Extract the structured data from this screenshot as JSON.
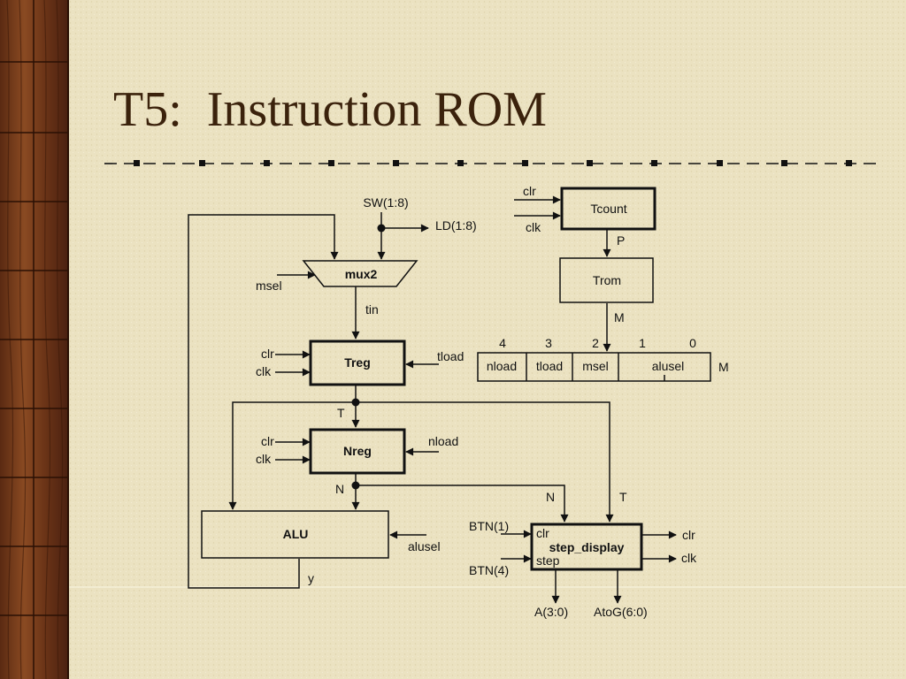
{
  "slide": {
    "title": "T5:  Instruction ROM"
  },
  "diagram": {
    "inputs": {
      "sw": "SW(1:8)",
      "ld": "LD(1:8)",
      "msel": "msel",
      "tin": "tin",
      "tload": "tload",
      "nload": "nload",
      "alusel": "alusel",
      "btn1": "BTN(1)",
      "btn4": "BTN(4)",
      "y": "y"
    },
    "blocks": {
      "mux2": "mux2",
      "treg": "Treg",
      "nreg": "Nreg",
      "alu": "ALU",
      "tcount": "Tcount",
      "trom": "Trom",
      "step_display": "step_display"
    },
    "common": {
      "clr": "clr",
      "clk": "clk",
      "step": "step"
    },
    "signals": {
      "T": "T",
      "N": "N",
      "P": "P",
      "M": "M"
    },
    "rom_word": {
      "bit_numbers": [
        "4",
        "3",
        "2",
        "1",
        "0"
      ],
      "fields": [
        "nload",
        "tload",
        "msel",
        "alusel"
      ],
      "label": "M"
    },
    "outputs": {
      "a": "A(3:0)",
      "atog": "AtoG(6:0)",
      "clr_out": "clr",
      "clk_out": "clk"
    }
  }
}
